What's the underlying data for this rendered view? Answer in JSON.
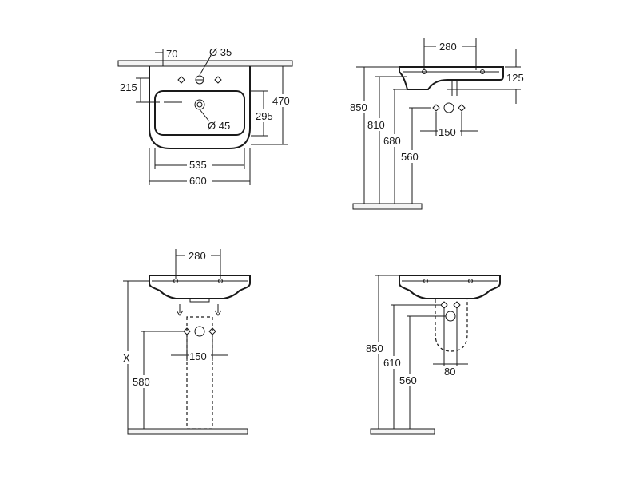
{
  "views": {
    "top": {
      "dim_70": "70",
      "dim_d35": "Ø 35",
      "dim_215": "215",
      "dim_470": "470",
      "dim_295": "295",
      "dim_d45": "Ø 45",
      "dim_535": "535",
      "dim_600": "600"
    },
    "side": {
      "dim_280": "280",
      "dim_125": "125",
      "dim_850": "850",
      "dim_810": "810",
      "dim_680": "680",
      "dim_560": "560",
      "dim_150": "150"
    },
    "front_column": {
      "dim_280": "280",
      "dim_x": "X",
      "dim_580": "580",
      "dim_150": "150"
    },
    "front_semi": {
      "dim_850": "850",
      "dim_610": "610",
      "dim_560": "560",
      "dim_80": "80"
    }
  },
  "colors": {
    "line": "#1a1a1a",
    "floor": "#f4f4f4",
    "background": "#ffffff"
  }
}
